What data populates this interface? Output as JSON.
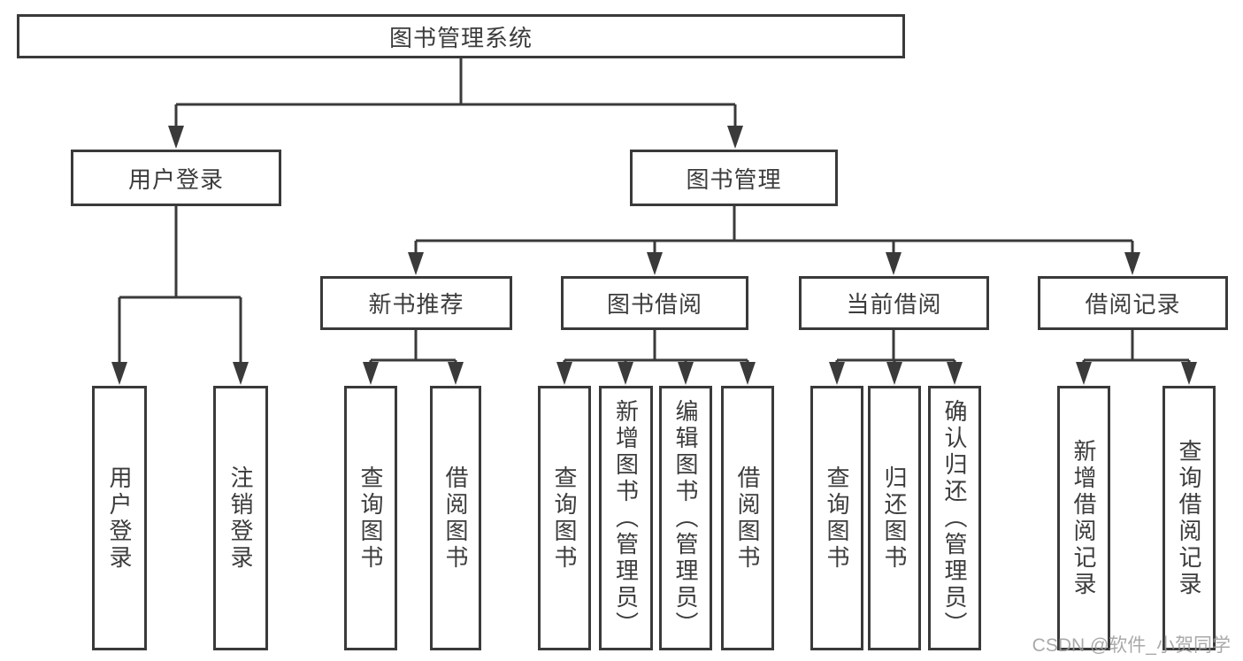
{
  "diagram": {
    "root": {
      "label": "图书管理系统"
    },
    "level2": [
      {
        "label": "用户登录"
      },
      {
        "label": "图书管理"
      }
    ],
    "level3": [
      {
        "label": "新书推荐",
        "parent": "图书管理"
      },
      {
        "label": "图书借阅",
        "parent": "图书管理"
      },
      {
        "label": "当前借阅",
        "parent": "图书管理"
      },
      {
        "label": "借阅记录",
        "parent": "图书管理"
      }
    ],
    "leaves": [
      {
        "label": "用户登录",
        "parent": "用户登录"
      },
      {
        "label": "注销登录",
        "parent": "用户登录"
      },
      {
        "label": "查询图书",
        "parent": "新书推荐"
      },
      {
        "label": "借阅图书",
        "parent": "新书推荐"
      },
      {
        "label": "查询图书",
        "parent": "图书借阅"
      },
      {
        "label": "新增图书（管理员）",
        "parent": "图书借阅"
      },
      {
        "label": "编辑图书（管理员）",
        "parent": "图书借阅"
      },
      {
        "label": "借阅图书",
        "parent": "图书借阅"
      },
      {
        "label": "查询图书",
        "parent": "当前借阅"
      },
      {
        "label": "归还图书",
        "parent": "当前借阅"
      },
      {
        "label": "确认归还（管理员）",
        "parent": "当前借阅"
      },
      {
        "label": "新增借阅记录",
        "parent": "借阅记录"
      },
      {
        "label": "查询借阅记录",
        "parent": "借阅记录"
      }
    ]
  },
  "watermark": "CSDN @软件_小贺同学",
  "colors": {
    "line": "#3a3a3a",
    "text": "#3c3c3c",
    "watermark": "#9b9b9b",
    "background": "#ffffff"
  }
}
